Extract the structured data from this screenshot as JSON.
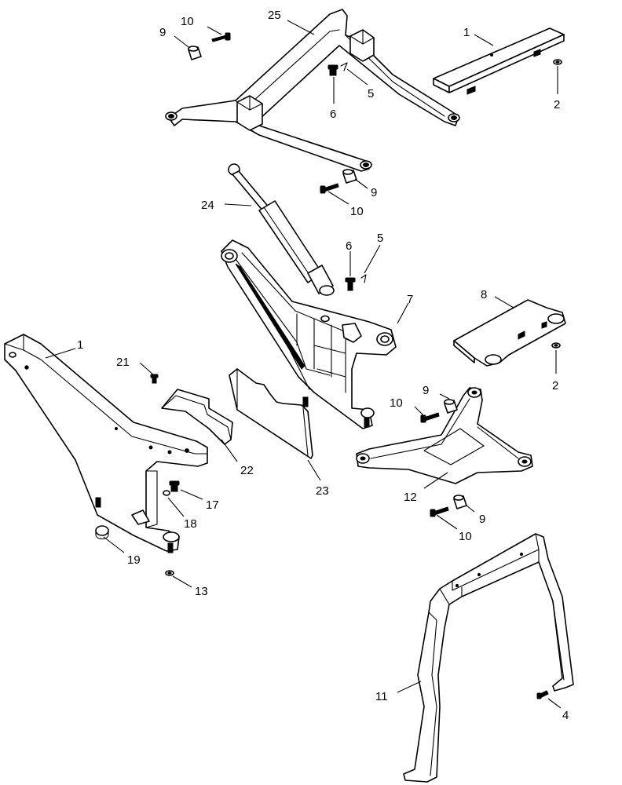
{
  "diagram": {
    "callouts": [
      {
        "id": "c25",
        "text": "25"
      },
      {
        "id": "c10a",
        "text": "10"
      },
      {
        "id": "c9a",
        "text": "9"
      },
      {
        "id": "c1a",
        "text": "1"
      },
      {
        "id": "c2a",
        "text": "2"
      },
      {
        "id": "c5a",
        "text": "5"
      },
      {
        "id": "c6a",
        "text": "6"
      },
      {
        "id": "c9b",
        "text": "9"
      },
      {
        "id": "c10b",
        "text": "10"
      },
      {
        "id": "c24",
        "text": "24"
      },
      {
        "id": "c6b",
        "text": "6"
      },
      {
        "id": "c5b",
        "text": "5"
      },
      {
        "id": "c7",
        "text": "7"
      },
      {
        "id": "c8",
        "text": "8"
      },
      {
        "id": "c2b",
        "text": "2"
      },
      {
        "id": "c1b",
        "text": "1"
      },
      {
        "id": "c21",
        "text": "21"
      },
      {
        "id": "c9c",
        "text": "9"
      },
      {
        "id": "c10c",
        "text": "10"
      },
      {
        "id": "c22",
        "text": "22"
      },
      {
        "id": "c23",
        "text": "23"
      },
      {
        "id": "c17",
        "text": "17"
      },
      {
        "id": "c18",
        "text": "18"
      },
      {
        "id": "c12",
        "text": "12"
      },
      {
        "id": "c9d",
        "text": "9"
      },
      {
        "id": "c10d",
        "text": "10"
      },
      {
        "id": "c19",
        "text": "19"
      },
      {
        "id": "c13",
        "text": "13"
      },
      {
        "id": "c11",
        "text": "11"
      },
      {
        "id": "c4",
        "text": "4"
      }
    ]
  }
}
